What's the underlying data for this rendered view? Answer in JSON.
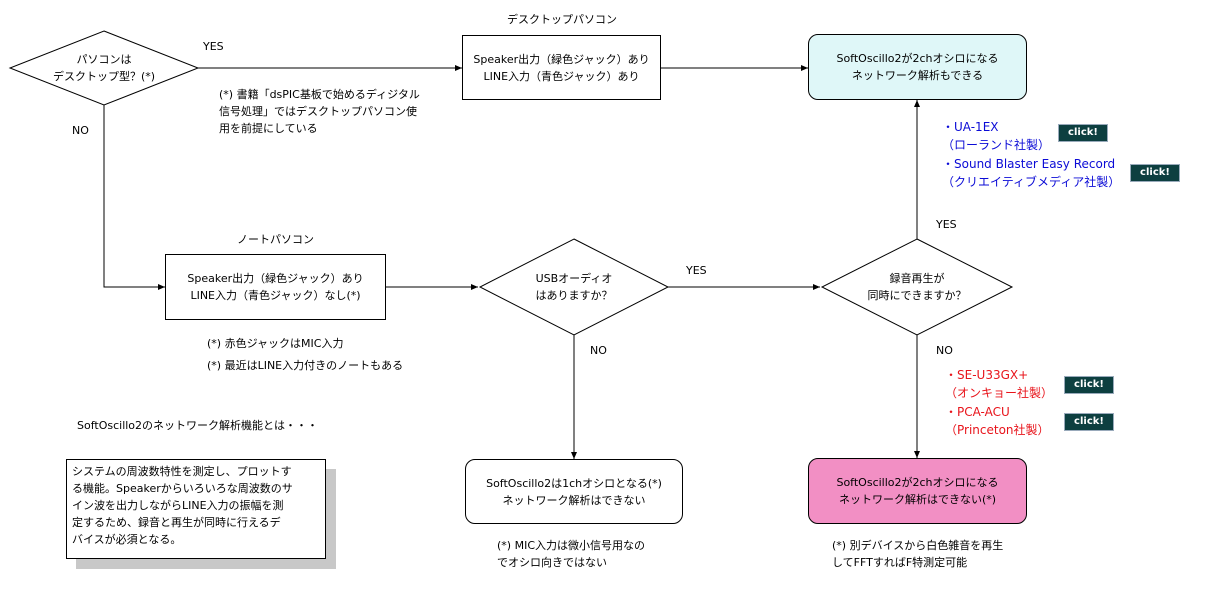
{
  "flow": {
    "start_diamond": [
      "パソコンは",
      "デスクトップ型？(*)"
    ],
    "desktop_title": "デスクトップパソコン",
    "desktop_box": [
      "Speaker出力（緑色ジャック）あり",
      "LINE入力（青色ジャック）あり"
    ],
    "desktop_note": [
      "(*) 書籍「dsPIC基板で始めるディジタル",
      "信号処理」ではデスクトップパソコン使",
      "用を前提にしている"
    ],
    "result_top": [
      "SoftOscillo2が2chオシロになる",
      "ネットワーク解析もできる"
    ],
    "yes1": "YES",
    "no1": "NO",
    "note_title": "ノートパソコン",
    "note_box": [
      "Speaker出力（緑色ジャック）あり",
      "LINE入力（青色ジャック）なし(*)"
    ],
    "note_notes": [
      "(*) 赤色ジャックはMIC入力",
      "(*) 最近はLINE入力付きのノートもある"
    ],
    "usb_diamond": [
      "USBオーディオ",
      "はありますか？"
    ],
    "yes2": "YES",
    "no2": "NO",
    "rec_diamond": [
      "録音再生が",
      "同時にできますか？"
    ],
    "yes3": "YES",
    "no3": "NO",
    "result_mid": [
      "SoftOscillo2は1chオシロとなる(*)",
      "ネットワーク解析はできない"
    ],
    "mid_note": [
      "(*) MIC入力は微小信号用なの",
      "でオシロ向きではない"
    ],
    "result_bottom": [
      "SoftOscillo2が2chオシロになる",
      "ネットワーク解析はできない(*)"
    ],
    "bottom_note": [
      "(*) 別デバイスから白色雑音を再生",
      "してFFTすればF特測定可能"
    ],
    "info_title": "SoftOscillo2のネットワーク解析機能とは・・・",
    "info_lines": [
      "システムの周波数特性を測定し、プロットす",
      "る機能。Speakerからいろいろな周波数のサ",
      "イン波を出力しながらLINE入力の振幅を測",
      "定するため、録音と再生が同時に行えるデ",
      "バイスが必須となる。"
    ]
  },
  "devices_ok": [
    {
      "name": "・UA-1EX",
      "maker": "（ローランド社製）",
      "click": "click!"
    },
    {
      "name": "・Sound Blaster Easy Record",
      "maker": "（クリエイティブメディア社製）",
      "click": "click!"
    }
  ],
  "devices_ng": [
    {
      "name": "・SE-U33GX+",
      "maker": "（オンキョー社製）",
      "click": "click!"
    },
    {
      "name": "・PCA-ACU",
      "maker": "（Princeton社製）",
      "click": "click!"
    }
  ],
  "colors": {
    "result_top_fill": "#dff7f8",
    "result_bottom_fill": "#f28fc4",
    "device_ok_text": "#0b0bd6",
    "device_ng_text": "#e8141b",
    "click_button": "#0d3f40"
  }
}
